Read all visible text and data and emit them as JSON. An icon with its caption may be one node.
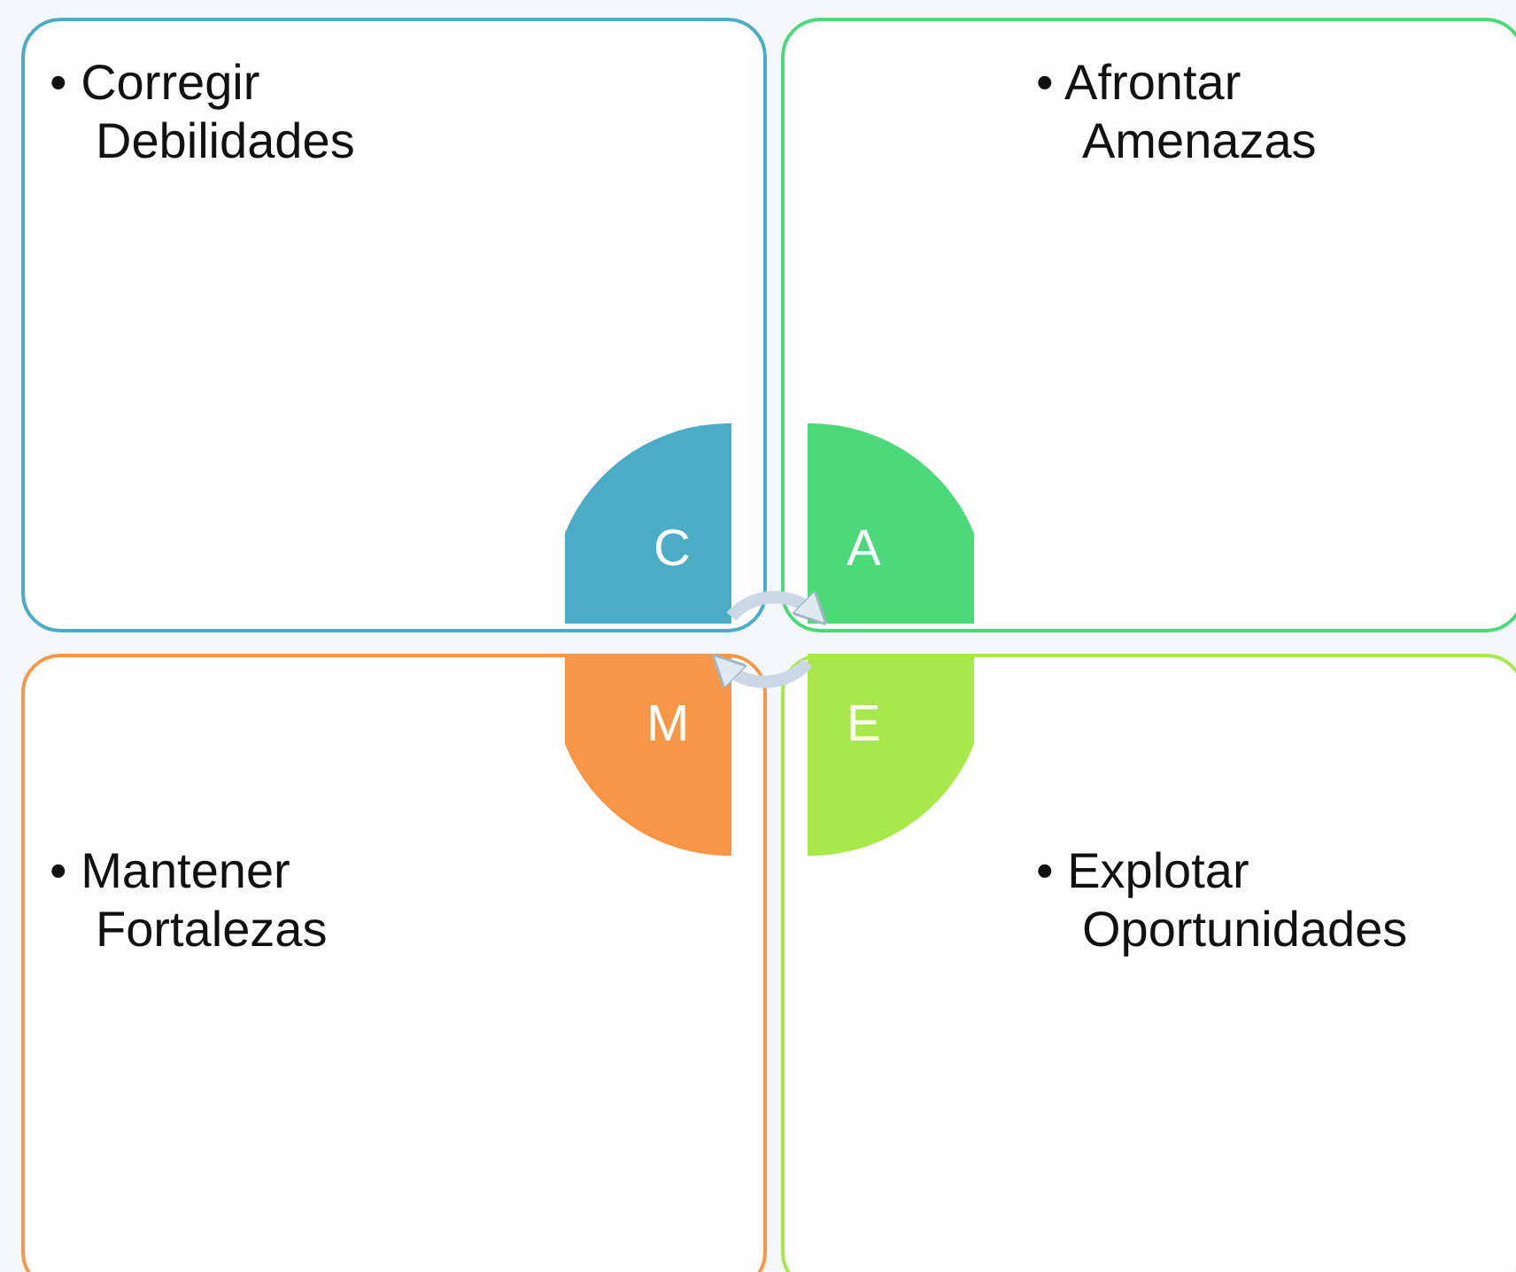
{
  "diagram": {
    "nodes": [
      {
        "text": [
          "• Corregir Debilidades"
        ]
      },
      {
        "text": [
          "• Afrontar Amenazas"
        ]
      },
      {
        "text": [
          "• Mantener Fortalezas"
        ]
      },
      {
        "text": [
          "• Explotar Oportunidades"
        ]
      },
      {
        "text": [
          "C"
        ],
        "in": 0
      },
      {
        "text": [
          "A"
        ],
        "in": 1
      },
      {
        "text": [
          "M"
        ],
        "in": 2
      },
      {
        "text": [
          "E"
        ],
        "in": 3
      }
    ],
    "edges": [
      {
        "from": 4,
        "to": 5,
        "arrow": "to"
      },
      {
        "from": 7,
        "to": 6,
        "arrow": "to"
      }
    ]
  }
}
